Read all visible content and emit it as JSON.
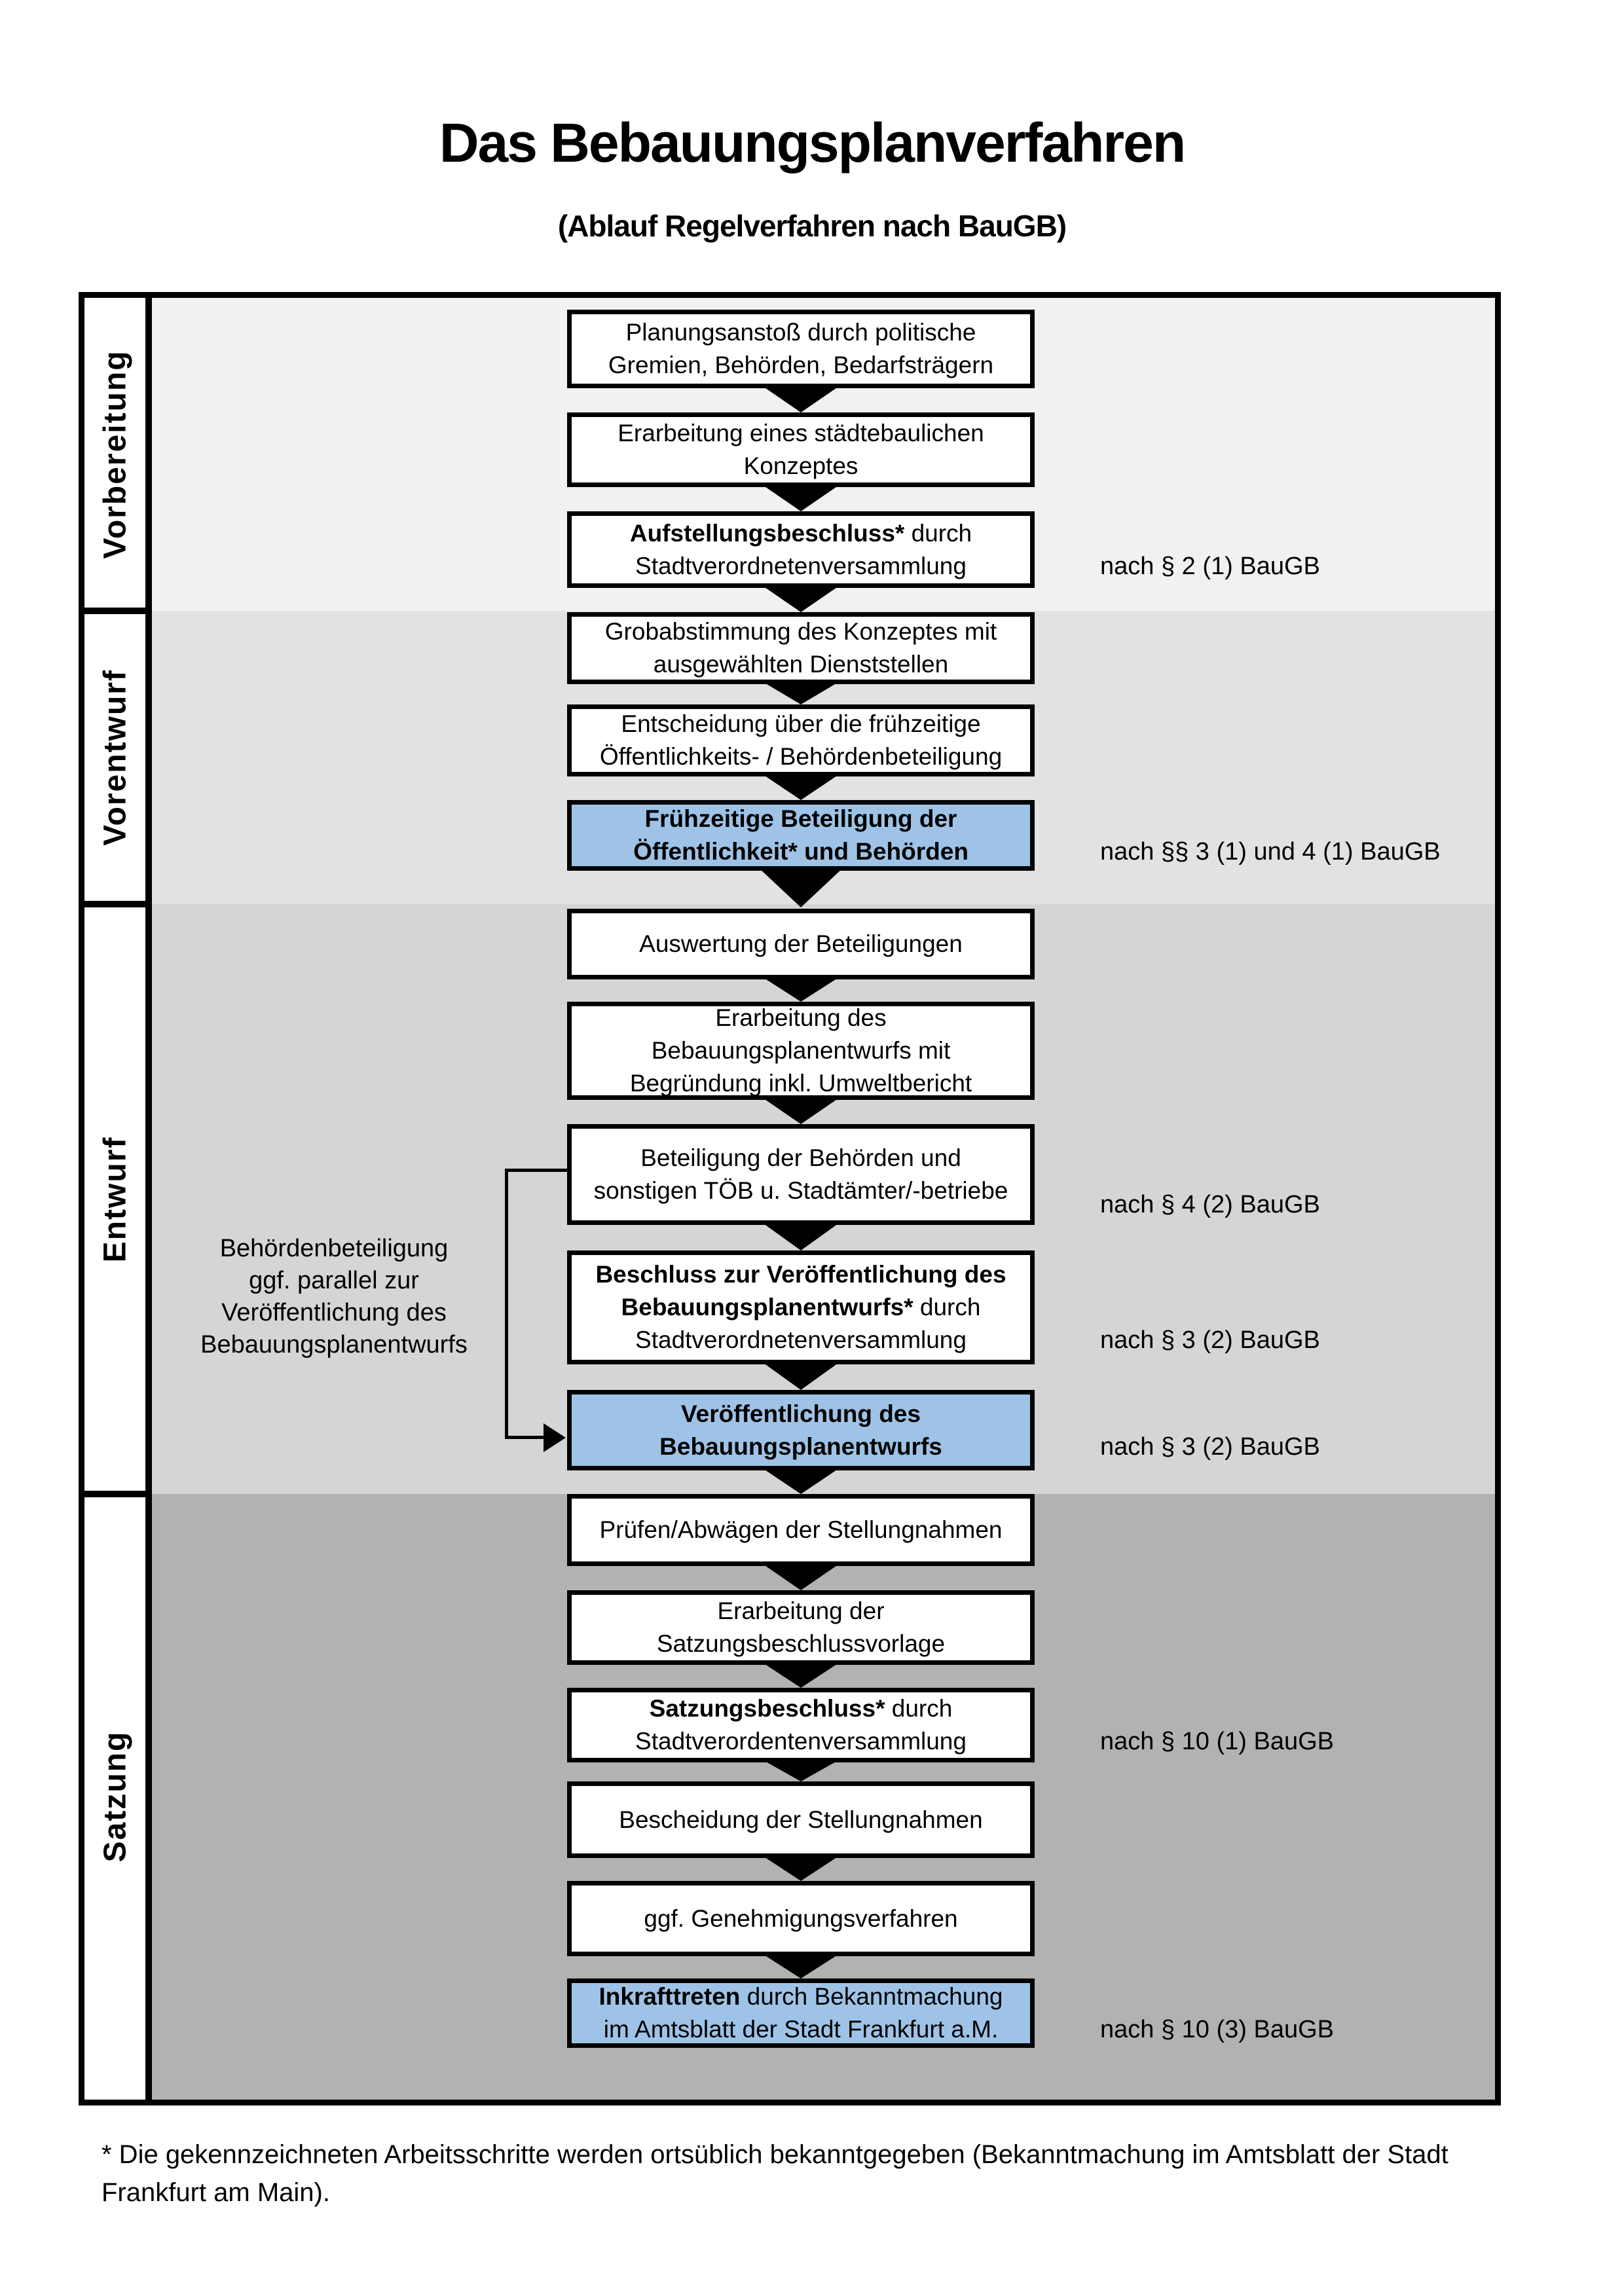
{
  "title": "Das Bebauungsplanverfahren",
  "subtitle": "(Ablauf Regelverfahren nach BauGB)",
  "colors": {
    "highlight": "#9EC3E7",
    "band_vorbereitung": "#F1F1F1",
    "band_vorentwurf": "#E2E2E2",
    "band_entwurf": "#D5D5D5",
    "band_satzung": "#B2B2B2"
  },
  "phases": [
    {
      "label": "Vorbereitung"
    },
    {
      "label": "Vorentwurf"
    },
    {
      "label": "Entwurf"
    },
    {
      "label": "Satzung"
    }
  ],
  "steps": [
    {
      "lines": [
        [
          "Planungsanstoß durch politische"
        ],
        [
          "Gremien, Behörden, Bedarfsträgern"
        ]
      ]
    },
    {
      "lines": [
        [
          "Erarbeitung eines städtebaulichen"
        ],
        [
          "Konzeptes"
        ]
      ]
    },
    {
      "lines": [
        [
          "Aufstellungsbeschluss*",
          " durch"
        ],
        [
          "Stadtverordnetenversammlung"
        ]
      ]
    },
    {
      "lines": [
        [
          "Grobabstimmung des Konzeptes mit"
        ],
        [
          "ausgewählten Dienststellen"
        ]
      ]
    },
    {
      "lines": [
        [
          "Entscheidung über die frühzeitige"
        ],
        [
          "Öffentlichkeits- / Behördenbeteiligung"
        ]
      ]
    },
    {
      "lines": [
        [
          "Frühzeitige Beteiligung der"
        ],
        [
          "Öffentlichkeit* und Behörden"
        ]
      ]
    },
    {
      "lines": [
        [
          "Auswertung der Beteiligungen"
        ]
      ]
    },
    {
      "lines": [
        [
          "Erarbeitung des"
        ],
        [
          "Bebauungsplanentwurfs mit"
        ],
        [
          "Begründung inkl. Umweltbericht"
        ]
      ]
    },
    {
      "lines": [
        [
          "Beteiligung der Behörden und"
        ],
        [
          "sonstigen TÖB u. Stadtämter/-betriebe"
        ]
      ]
    },
    {
      "lines": [
        [
          "Beschluss zur Veröffentlichung des"
        ],
        [
          "Bebauungsplanentwurfs*",
          " durch"
        ],
        [
          "Stadtverordnetenversammlung"
        ]
      ]
    },
    {
      "lines": [
        [
          "Veröffentlichung des"
        ],
        [
          "Bebauungsplanentwurfs"
        ]
      ]
    },
    {
      "lines": [
        [
          "Prüfen/Abwägen der Stellungnahmen"
        ]
      ]
    },
    {
      "lines": [
        [
          "Erarbeitung der"
        ],
        [
          "Satzungsbeschlussvorlage"
        ]
      ]
    },
    {
      "lines": [
        [
          "Satzungsbeschluss*",
          " durch"
        ],
        [
          "Stadtverordentenversammlung"
        ]
      ]
    },
    {
      "lines": [
        [
          "Bescheidung der Stellungnahmen"
        ]
      ]
    },
    {
      "lines": [
        [
          "ggf. Genehmigungsverfahren"
        ]
      ]
    },
    {
      "lines": [
        [
          "Inkrafttreten",
          " durch Bekanntmachung"
        ],
        [
          "im Amtsblatt der Stadt Frankfurt a.M."
        ]
      ]
    }
  ],
  "side_note": {
    "lines": [
      "Behördenbeteiligung",
      "ggf. parallel zur",
      "Veröffentlichung des",
      "Bebauungsplanentwurfs"
    ]
  },
  "legal_refs": [
    "nach § 2 (1) BauGB",
    "nach §§ 3 (1) und 4 (1) BauGB",
    "nach § 4 (2) BauGB",
    "nach § 3 (2) BauGB",
    "nach § 3 (2) BauGB",
    "nach § 10 (1) BauGB",
    "nach § 10 (3) BauGB"
  ],
  "footnote": {
    "line1": "* Die gekennzeichneten Arbeitsschritte werden ortsüblich bekanntgegeben (Bekanntmachung im Amtsblatt  der Stadt",
    "line2": "Frankfurt am Main)."
  }
}
